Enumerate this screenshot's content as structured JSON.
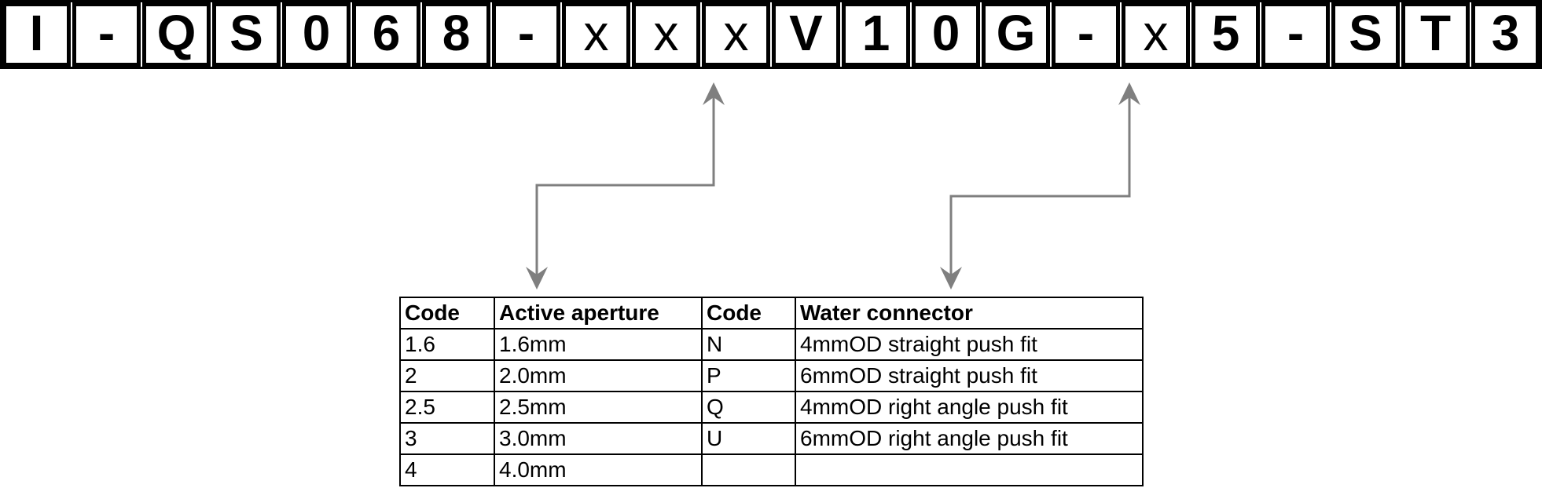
{
  "part_number": {
    "boxes": [
      {
        "ch": "I",
        "fixed": true
      },
      {
        "ch": "-",
        "fixed": true
      },
      {
        "ch": "Q",
        "fixed": true
      },
      {
        "ch": "S",
        "fixed": true
      },
      {
        "ch": "0",
        "fixed": true
      },
      {
        "ch": "6",
        "fixed": true
      },
      {
        "ch": "8",
        "fixed": true
      },
      {
        "ch": "-",
        "fixed": true
      },
      {
        "ch": "x",
        "fixed": false
      },
      {
        "ch": "x",
        "fixed": false
      },
      {
        "ch": "x",
        "fixed": false
      },
      {
        "ch": "V",
        "fixed": true
      },
      {
        "ch": "1",
        "fixed": true
      },
      {
        "ch": "0",
        "fixed": true
      },
      {
        "ch": "G",
        "fixed": true
      },
      {
        "ch": "-",
        "fixed": true
      },
      {
        "ch": "x",
        "fixed": false
      },
      {
        "ch": "5",
        "fixed": true
      },
      {
        "ch": "-",
        "fixed": true
      },
      {
        "ch": "S",
        "fixed": true
      },
      {
        "ch": "T",
        "fixed": true
      },
      {
        "ch": "3",
        "fixed": true
      }
    ]
  },
  "lookup_table": {
    "headers": [
      "Code",
      "Active aperture",
      "Code",
      "Water connector"
    ],
    "rows": [
      [
        "1.6",
        "1.6mm",
        "N",
        "4mmOD straight push fit"
      ],
      [
        "2",
        "2.0mm",
        "P",
        "6mmOD straight push fit"
      ],
      [
        "2.5",
        "2.5mm",
        "Q",
        "4mmOD right angle push fit"
      ],
      [
        "3",
        "3.0mm",
        "U",
        "6mmOD right angle push fit"
      ],
      [
        "4",
        "4.0mm",
        "",
        ""
      ]
    ]
  },
  "colors": {
    "arrow": "#7f7f7f",
    "border": "#000000",
    "text": "#000000",
    "background": "#ffffff"
  }
}
